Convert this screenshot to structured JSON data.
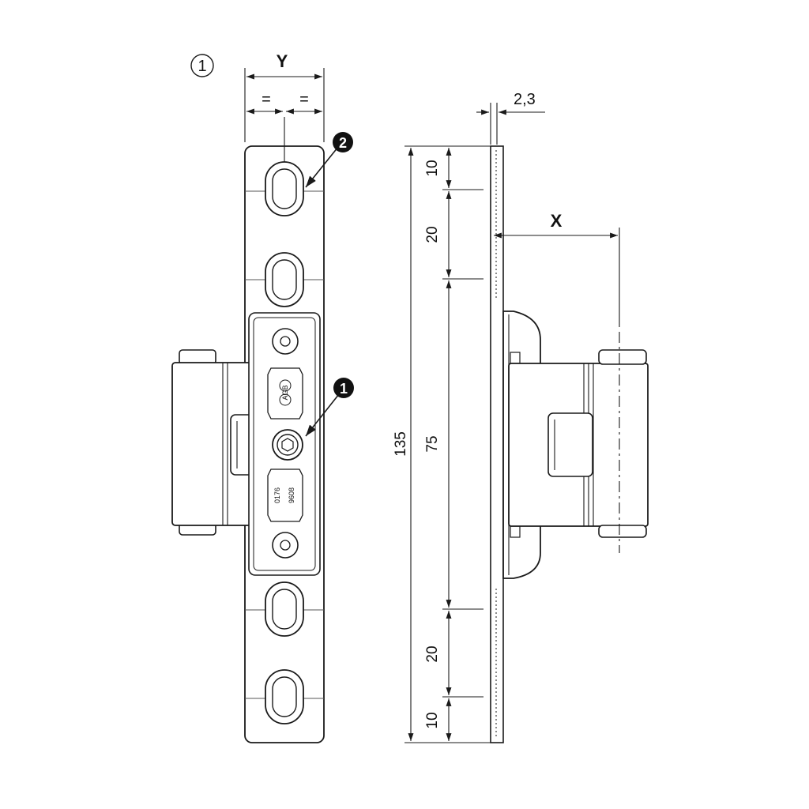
{
  "callouts": {
    "circled_one": "1",
    "bubble_one": "1",
    "bubble_two": "2"
  },
  "dimensions": {
    "width_y": "Y",
    "equal_left": "=",
    "equal_right": "=",
    "thickness": "2,3",
    "offset_x": "X",
    "total_height": "135",
    "top_margin": "10",
    "upper_spacing": "20",
    "middle_span": "75",
    "lower_spacing": "20",
    "bottom_margin": "10"
  },
  "engravings": {
    "logo": "AGB",
    "code_top": "0176",
    "code_bottom": "9608"
  }
}
